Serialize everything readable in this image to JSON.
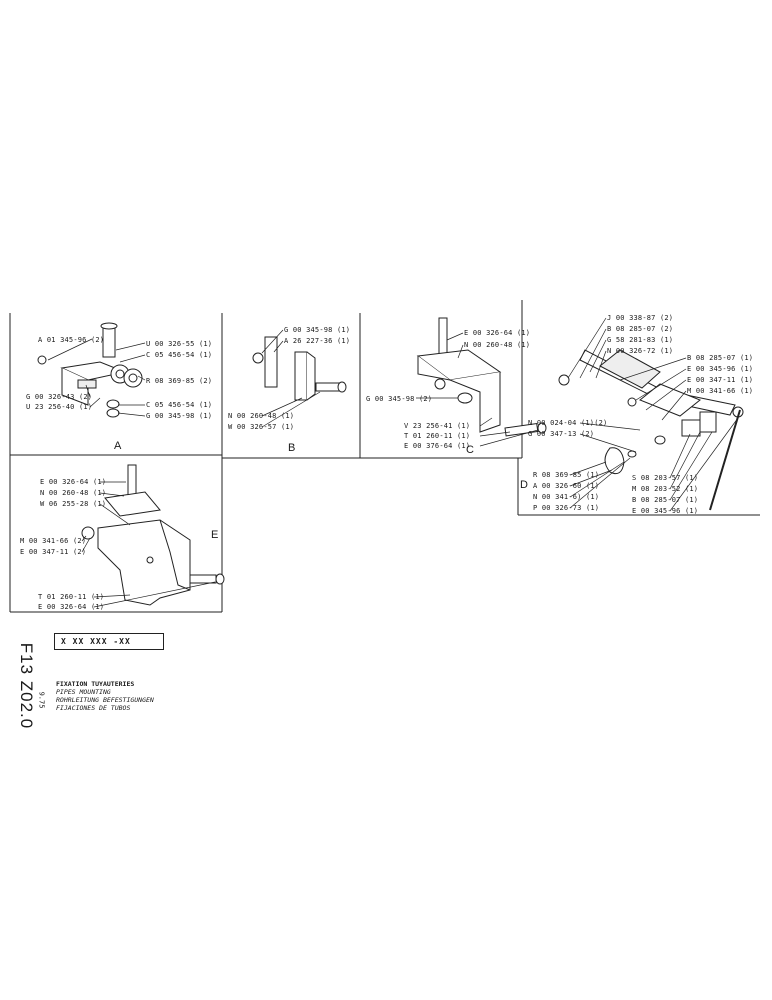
{
  "sheet": {
    "reference": "F13 Z02.0",
    "date": "9.75",
    "part_number_box": "X XX XXX -XX",
    "titles": [
      "FIXATION TUYAUTERIES",
      "PIPES MOUNTING",
      "ROHRLEITUNG BEFESTIGUNGEN",
      "FIJACIONES DE TUBOS"
    ]
  },
  "sections": {
    "A": {
      "letter": "A",
      "labels": [
        "A 01 345-96 (2)",
        "U 00 326-55 (1)",
        "C 05 456-54 (1)",
        "R 08 369-85 (2)",
        "G 00 326-43 (2)",
        "U 23 256-40 (1)",
        "C 05 456-54 (1)",
        "G 00 345-98 (1)"
      ]
    },
    "B": {
      "letter": "B",
      "labels": [
        "G 00 345-98 (1)",
        "A 26 227-36 (1)",
        "N 00 260-48 (1)",
        "W 00 326-57 (1)"
      ]
    },
    "C": {
      "letter": "C",
      "labels": [
        "E 00 326-64 (1)",
        "N 00 260-48 (1)",
        "G 00 345-98 (2)",
        "V 23 256-41 (1)",
        "T 01 260-11 (1)",
        "E 00 376-64 (1)"
      ]
    },
    "D": {
      "letter": "D",
      "labels": [
        "J 00 338-87 (2)",
        "B 08 285-07 (2)",
        "G 58 281-83 (1)",
        "N 00 326-72 (1)",
        "B 08 285-07 (1)",
        "E 00 345-96 (1)",
        "E 00 347-11 (1)",
        "M 00 341-66 (1)",
        "N 00 024-04 (1)(2)",
        "G 00 347-13 (2)",
        "R 08 369-85 (1)",
        "A 00 326-60 (1)",
        "N 00 341-6) (1)",
        "P 00 326-73 (1)",
        "S 08 203-57 (1)",
        "M 08 203-52 (1)",
        "B 08 285-07 (1)",
        "E 00 345-96 (1)"
      ]
    },
    "E": {
      "letter": "E",
      "labels": [
        "E 00 326-64 (1)",
        "N 00 260-48 (1)",
        "W 06 255-28 (1)",
        "M 00 341-66 (2)",
        "E 00 347-11 (2)",
        "T 01 260-11 (1)",
        "E 00 326-64 (1)"
      ]
    }
  }
}
